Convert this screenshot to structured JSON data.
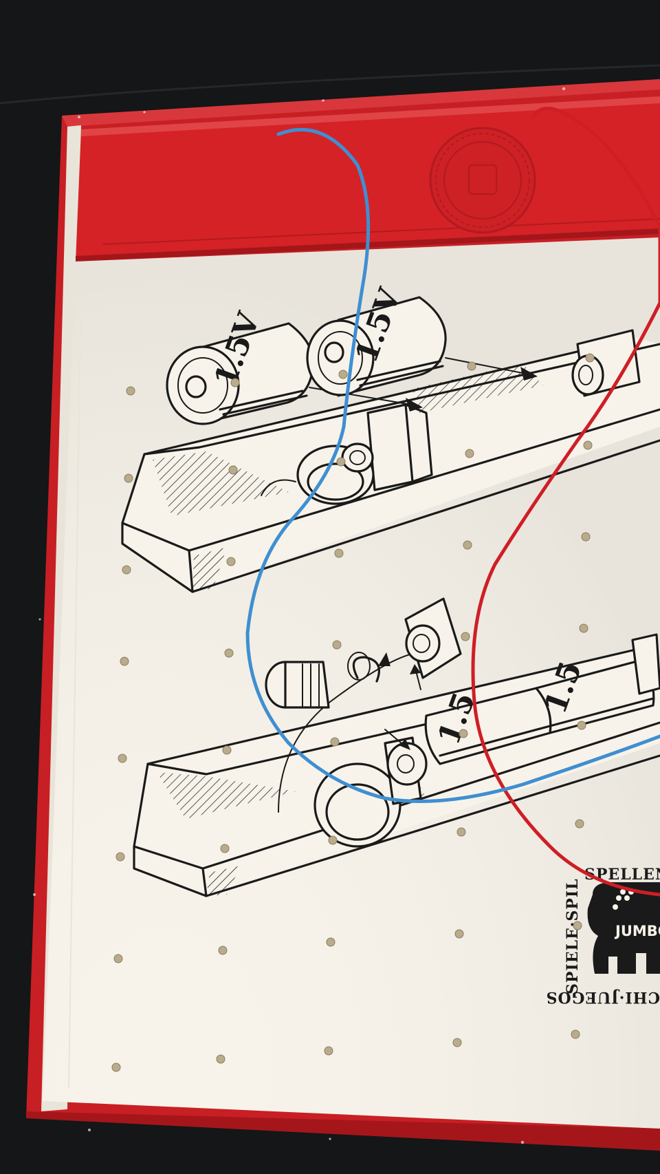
{
  "battery_labels": [
    "1.5V",
    "1.5V",
    "1.5",
    "1.5"
  ],
  "logo": {
    "top_text": "SPELLEN·JE",
    "left_text": "SPIELE·SPIL",
    "bottom_text": "CHI·JUEGOS",
    "brand": "JUMBO"
  },
  "wires": [
    {
      "name": "blue-wire",
      "color": "#3f8fd1"
    },
    {
      "name": "red-wire",
      "color": "#cf1e26"
    }
  ],
  "colors": {
    "background": "#141618",
    "box_red": "#c81f24",
    "lid_red": "#d42227",
    "paper": "#f7f3ea",
    "ink": "#1a1a1a",
    "rivet": "#b9ab8c"
  }
}
